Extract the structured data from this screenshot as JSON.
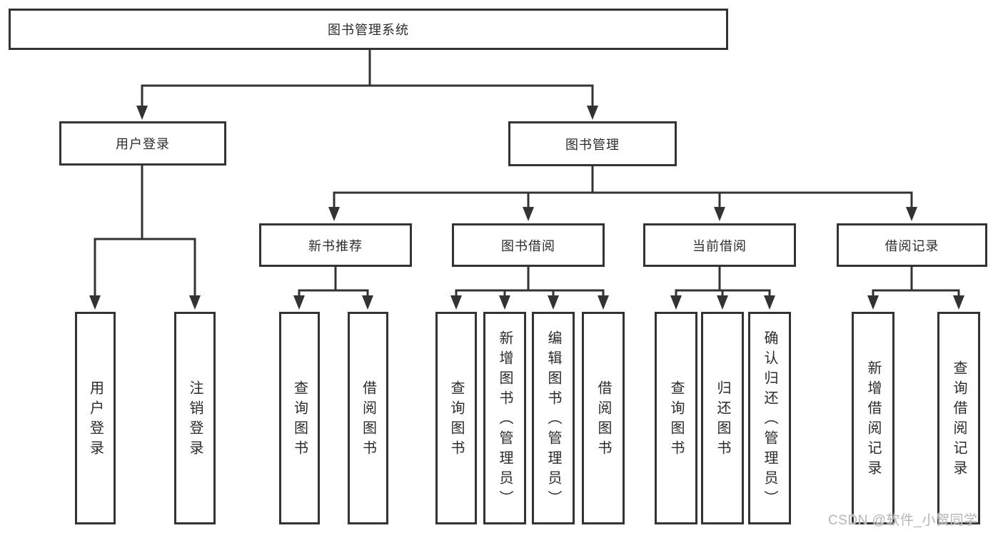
{
  "diagram": {
    "title": "图书管理系统",
    "root": {
      "label": "图书管理系统"
    },
    "level2": {
      "user_login": {
        "label": "用户登录"
      },
      "book_management": {
        "label": "图书管理"
      }
    },
    "level3": {
      "new_book_recommend": {
        "label": "新书推荐"
      },
      "book_borrowing": {
        "label": "图书借阅"
      },
      "current_borrowing": {
        "label": "当前借阅"
      },
      "borrowing_records": {
        "label": "借阅记录"
      }
    },
    "level4": {
      "login_group": [
        "用户登录",
        "注销登录"
      ],
      "new_book_group": [
        "查询图书",
        "借阅图书"
      ],
      "book_borrowing_group": [
        "查询图书",
        "新增图书（管理员）",
        "编辑图书（管理员）",
        "借阅图书"
      ],
      "current_borrowing_group": [
        "查询图书",
        "归还图书",
        "确认归还（管理员）"
      ],
      "borrowing_records_group": [
        "新增借阅记录",
        "查询借阅记录"
      ]
    }
  },
  "watermark": {
    "text": "CSDN @软件_小贺同学"
  },
  "colors": {
    "line": "#333333",
    "text": "#2b2b2b",
    "watermark": "#b5b5b5",
    "background": "#ffffff"
  }
}
